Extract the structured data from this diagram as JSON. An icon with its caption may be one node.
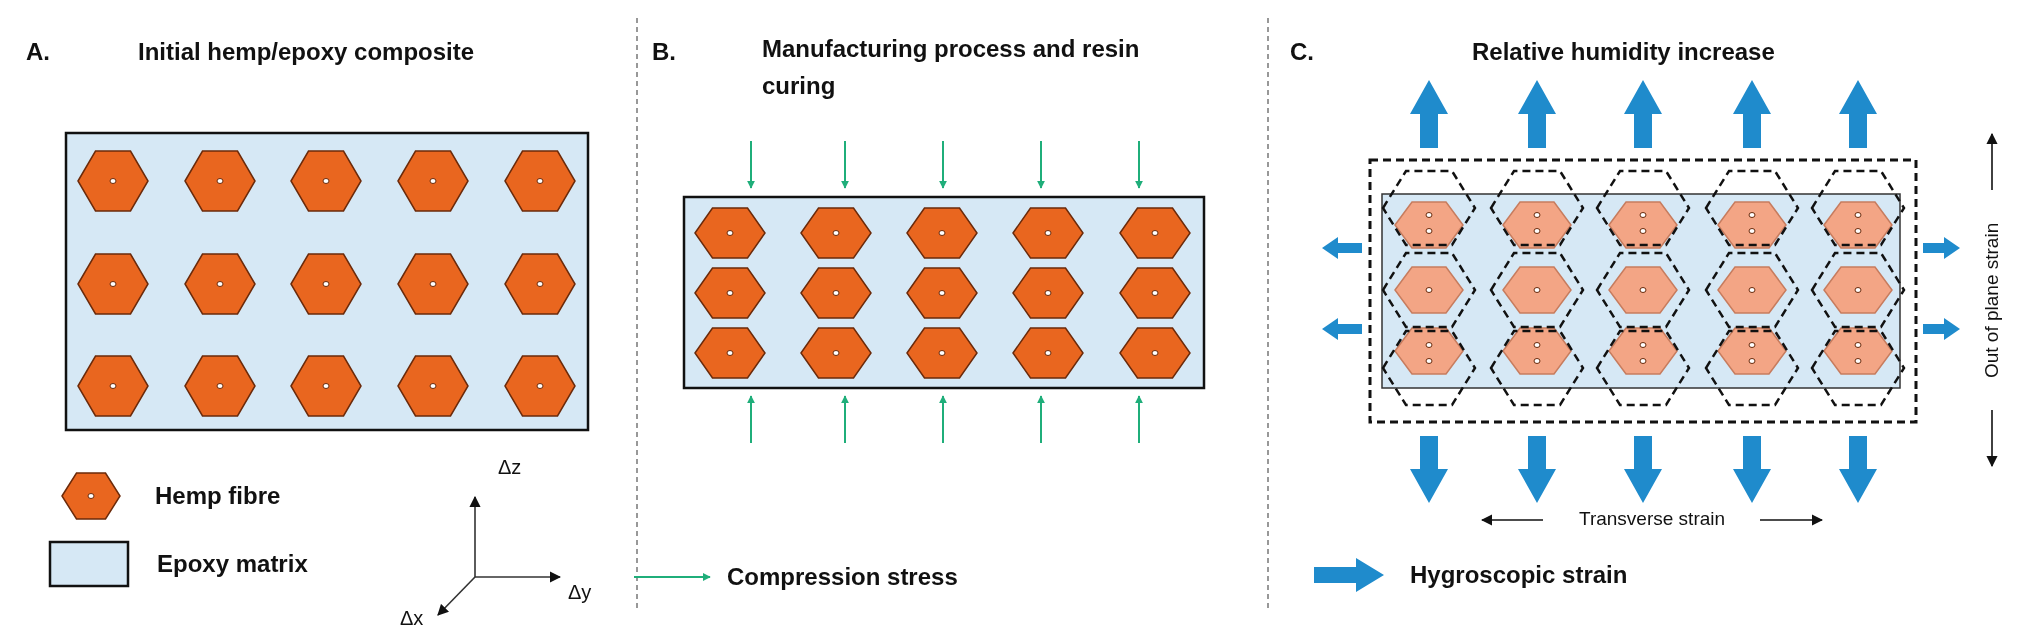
{
  "diagram": {
    "labels": [
      "A.",
      "Initial hemp/epoxy composite",
      "B.",
      "Manufacturing process and resin curing",
      "C.",
      "Relative humidity increase",
      "Δz",
      "Δy",
      "Δx",
      "Transverse strain",
      "Out of plane strain"
    ],
    "legend": [
      {
        "text": "Hemp fibre"
      },
      {
        "text": "Epoxy matrix",
        "color": "#d6e8f5"
      },
      {
        "text": "Compression stress"
      },
      {
        "text": "Hygroscopic strain"
      }
    ]
  }
}
